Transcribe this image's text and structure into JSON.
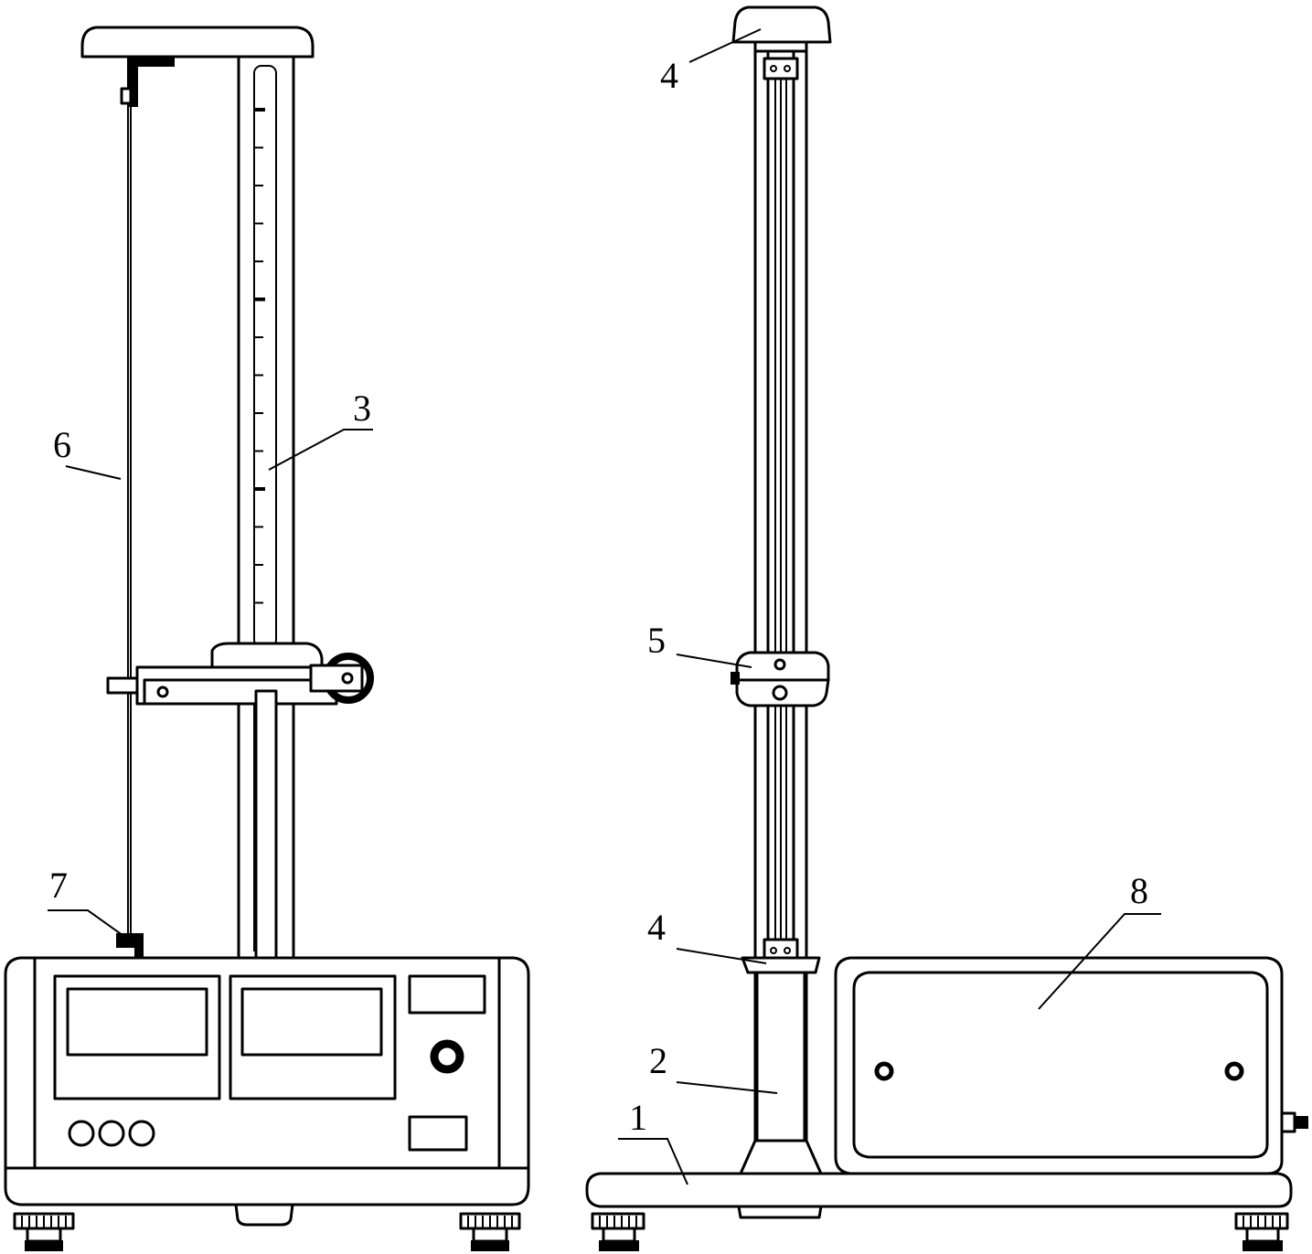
{
  "colors": {
    "line": "#000000",
    "background": "#ffffff"
  },
  "labels": {
    "l1": "1",
    "l2": "2",
    "l3": "3",
    "l4a": "4",
    "l4b": "4",
    "l5": "5",
    "l6": "6",
    "l7": "7",
    "l8": "8"
  }
}
